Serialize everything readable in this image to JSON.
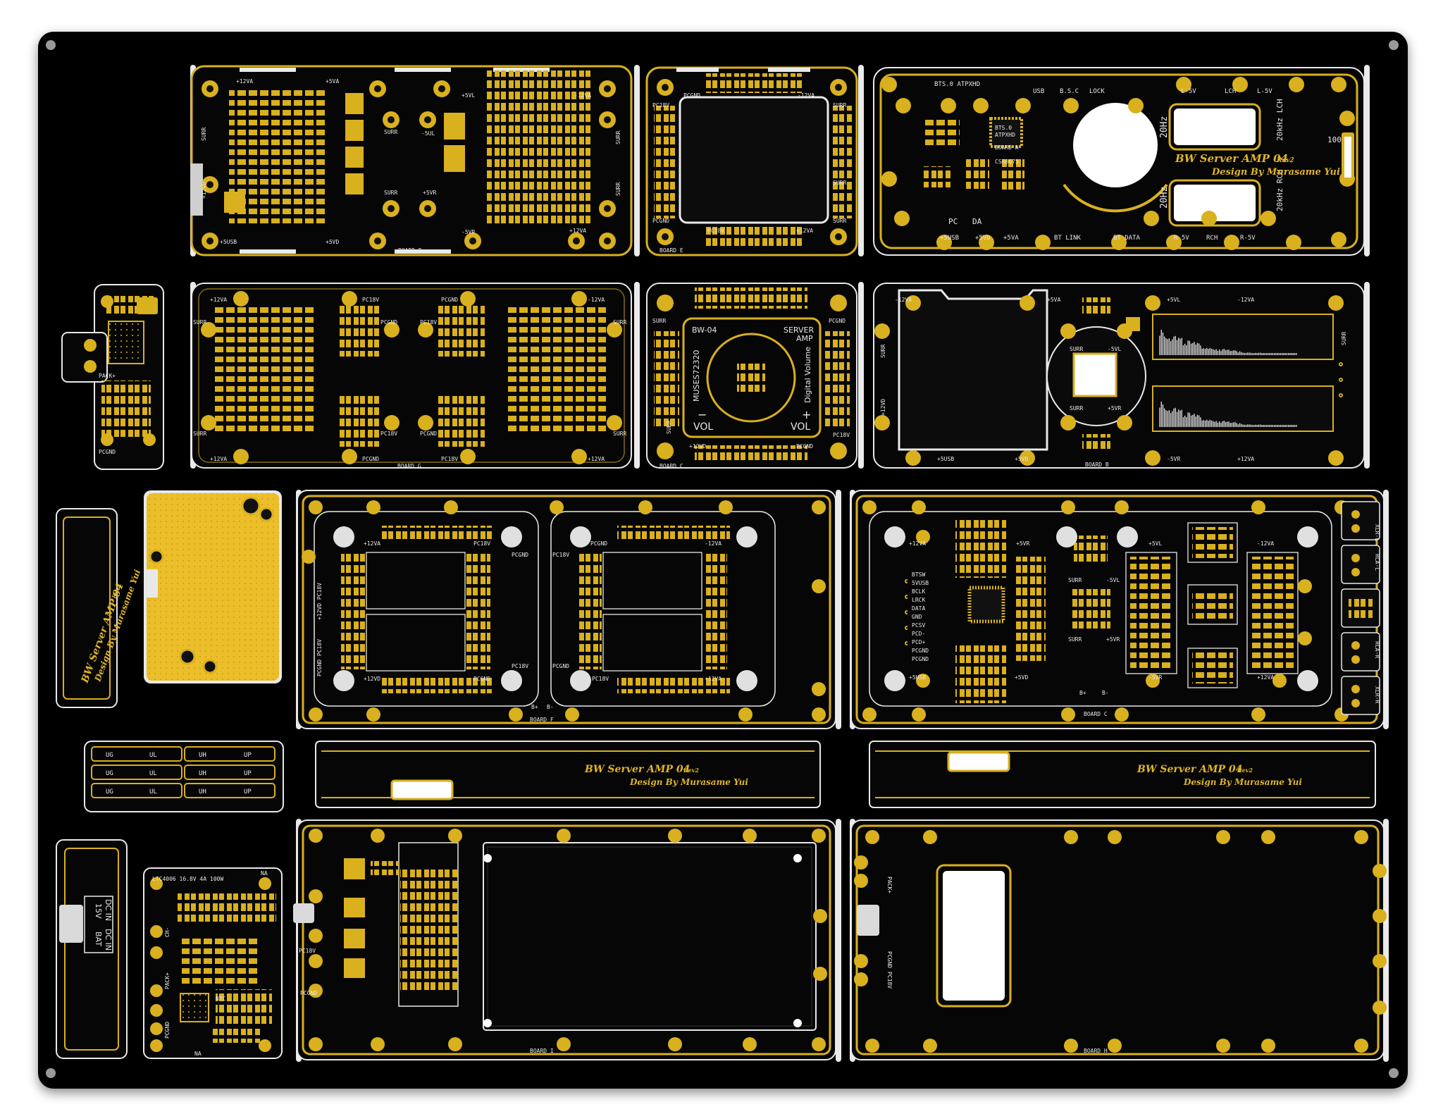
{
  "colors": {
    "panel": "#050505",
    "gold": "#d9b01e",
    "gold_light": "#f0c832",
    "silkscreen": "#e8e8e8",
    "cutout": "#ffffff",
    "rail": "#dcdcdc"
  },
  "icons": [
    "mounting-hole-icon",
    "smd-pad-icon",
    "via-icon",
    "qfp-chip-icon"
  ],
  "boards": {
    "board_d": {
      "label": "BOARD D",
      "nets": [
        "+12VA",
        "+5VA",
        "-12VA",
        "+5VL",
        "-5UL",
        "SURR",
        "SURR",
        "+5VR",
        "-5VR",
        "+12VD",
        "+5USB",
        "+5VD",
        "+12VA",
        "SURR",
        "SURR",
        "SURR"
      ]
    },
    "board_e": {
      "label": "BOARD E",
      "nets": [
        "PCGND",
        "-12VA",
        "PC18V",
        "PC18V",
        "+12VA",
        "PCGND",
        "SURR",
        "SURR",
        "SURR"
      ]
    },
    "board_a": {
      "label": "BOARD A",
      "chip_lines": [
        "BTS.0",
        "ATPXHD",
        "BOARD A",
        "CSR8675"
      ],
      "top_labels": [
        "BTS.0  ATPXHD",
        "USB",
        "B.S.C",
        "LOCK",
        "L-5V",
        "LCH",
        "L-5V"
      ],
      "bottom_labels": [
        "+5USB",
        "+5VD",
        "+5VA",
        "BT LINK",
        "BT DATA",
        "R-5V",
        "RCH",
        "R-5V"
      ],
      "side_labels": [
        "PC",
        "DA",
        "20Hz",
        "20Hz",
        "20kHz LCH",
        "20kHz RCH",
        "100"
      ],
      "brand_line1": "BW Server AMP 04",
      "brand_rev": "Rev2",
      "brand_line2": "Design By Murasame Yui"
    },
    "board_pack": {
      "labels": [
        "PACK+",
        "PCGND"
      ]
    },
    "board_g": {
      "label": "BOARD G",
      "nets": [
        "+12VA",
        "PC18V",
        "PCGND",
        "-12VA",
        "SURR",
        "PCGND",
        "PC18V",
        "SURR",
        "SURR",
        "PC18V",
        "PCGND",
        "SURR",
        "+12VA",
        "PCGND",
        "PC18V",
        "+12VA"
      ]
    },
    "board_c": {
      "label": "BOARD C",
      "title_left": "BW-04",
      "title_right_1": "SERVER",
      "title_right_2": "AMP",
      "chip": "MUSES72320",
      "digital": "Digital Volume",
      "vol_left": "VOL",
      "vol_right": "VOL",
      "minus": "−",
      "plus": "+",
      "nets": [
        "SURR",
        "PCGND",
        "+12VD",
        "PCGND",
        "SURR",
        "PC18V"
      ]
    },
    "board_b": {
      "label": "BOARD B",
      "nets": [
        "-12VA",
        "+5VA",
        "+5VL",
        "-12VA",
        "SURR",
        "-5VL",
        "SURR",
        "+5VR",
        "+12VD",
        "+5USB",
        "+5VD",
        "-5VR",
        "+12VA",
        "SURR",
        "SURR"
      ]
    },
    "side_strip": {
      "brand_line1": "BW Server AMP 04",
      "brand_rev": "Rev2",
      "brand_line2": "Design By Murasame Yui"
    },
    "board_f": {
      "label": "BOARD F",
      "nets": [
        "+12VA",
        "PC18V",
        "PCGND",
        "PCGND",
        "-12VA",
        "PC18V",
        "PC18V",
        "+12VD",
        "PCGND",
        "PCGND",
        "PC18V",
        "+12VA",
        "+12VD PC18V",
        "PCGND PC18V",
        "B+",
        "B-"
      ]
    },
    "board_main": {
      "label": "BOARD C",
      "nets": [
        "+12VA",
        "+5VR",
        "+5VL",
        "-12VA",
        "SURR",
        "-5VL",
        "SURR",
        "+5VR",
        "+5VD",
        "+5USB",
        "-5VR",
        "+12VA",
        "B+",
        "B-"
      ],
      "pin_labels": [
        "BTSW",
        "5VUSB",
        "BCLK",
        "LRCK",
        "DATA",
        "GND",
        "PCSV",
        "PCD-",
        "PCD+",
        "PCGND",
        "PCGND"
      ],
      "connectors": [
        "XLR-L",
        "RCA-L",
        "RCA-R",
        "XLR-R"
      ]
    },
    "bars": [
      {
        "brand_line1": "BW Server AMP 04",
        "brand_rev": "Rev2",
        "brand_line2": "Design By Murasame Yui"
      },
      {
        "brand_line1": "BW Server AMP 04",
        "brand_rev": "Rev2",
        "brand_line2": "Design By Murasame Yui"
      }
    ],
    "board_cells": {
      "cells": [
        "UG",
        "UL",
        "UH",
        "UP"
      ]
    },
    "board_dc": {
      "labels": [
        "DC IN",
        "15V",
        "DC IN",
        "BAT"
      ]
    },
    "board_ltc": {
      "title": "LTC4006  16.8V  4A  100W",
      "chip": "NTC",
      "labels": [
        "NA",
        "CH-",
        "PACK+",
        "PCGND",
        "NA"
      ]
    },
    "board_i": {
      "label": "BOARD I",
      "nets": [
        "PC18V",
        "PCGND"
      ]
    },
    "board_h": {
      "label": "BOARD H",
      "nets": [
        "PACK+",
        "PCGND PC18V"
      ]
    }
  }
}
